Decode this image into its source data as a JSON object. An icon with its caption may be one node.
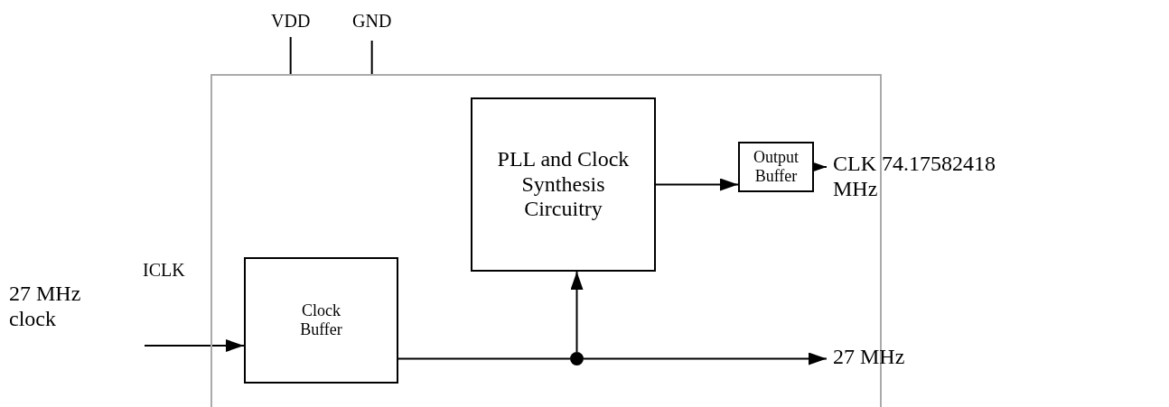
{
  "diagram": {
    "nodes": [
      {
        "text": [],
        "shape": "box"
      },
      {
        "text": [
          "PLL and Clock Synthesis Circuitry"
        ],
        "in": 0
      },
      {
        "text": [
          "Output Buffer"
        ],
        "in": 0
      },
      {
        "text": [
          "Clock Buffer"
        ],
        "in": 0
      },
      {
        "text": [],
        "shape": "circle",
        "in": 0
      },
      {
        "text": [
          "27 MHz clock"
        ]
      },
      {
        "text": [
          "CLK 74.17582418 MHz"
        ]
      },
      {
        "text": [
          "27 MHz"
        ]
      },
      {
        "text": [
          "VDD"
        ]
      },
      {
        "text": [
          "GND"
        ]
      }
    ],
    "edges": [
      {
        "from": 5,
        "to": 3,
        "arrow": "to",
        "label": "ICLK"
      },
      {
        "from": 3,
        "to": 4,
        "arrow": "none"
      },
      {
        "from": 4,
        "to": 1,
        "arrow": "to"
      },
      {
        "from": 4,
        "to": 7,
        "arrow": "to"
      },
      {
        "from": 1,
        "to": 2,
        "arrow": "to"
      },
      {
        "from": 2,
        "to": 6,
        "arrow": "to"
      },
      {
        "from": 8,
        "to": 0,
        "arrow": "none"
      },
      {
        "from": 9,
        "to": 0,
        "arrow": "none"
      }
    ]
  }
}
